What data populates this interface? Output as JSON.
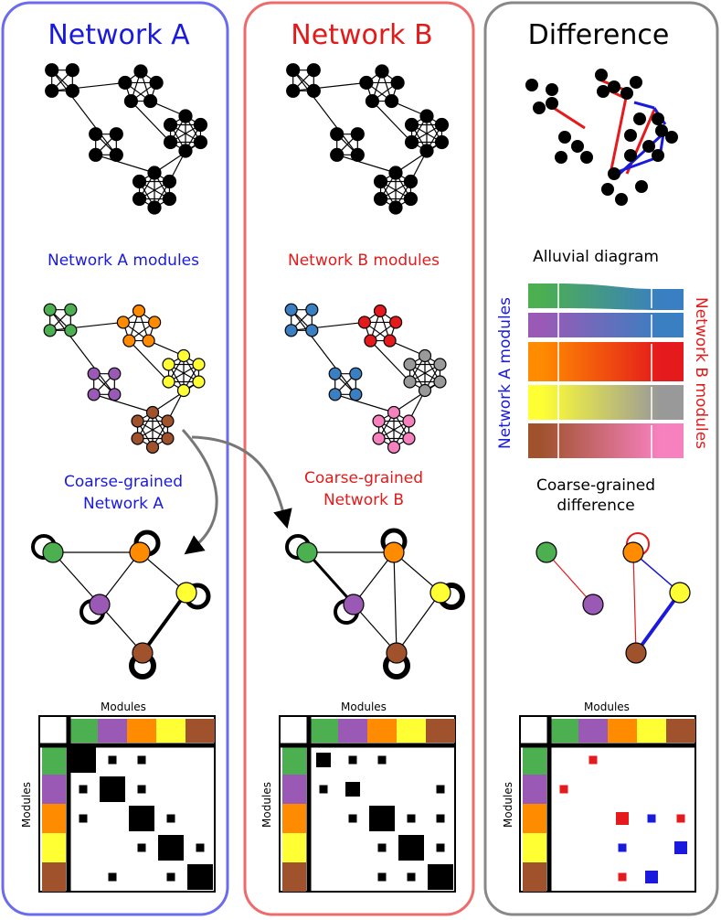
{
  "palette": {
    "green": "#4caf50",
    "purple": "#9b59b6",
    "orange": "#ff8c00",
    "yellow": "#ffff33",
    "brown": "#a0522d",
    "blue_mod": "#3a7fc1",
    "red_mod": "#e41a1c",
    "gray_mod": "#999999",
    "pink_mod": "#f781bf",
    "panel_a_border": "#6b6bef",
    "panel_b_border": "#ef6b6b",
    "panel_d_border": "#888888",
    "title_a": "#1a1adc",
    "title_b": "#e21a1a",
    "title_d": "#000000",
    "diff_red": "#e41a1c",
    "diff_blue": "#1a1adc"
  },
  "panels": {
    "a": {
      "title": "Network A",
      "modules_label": "Network A modules",
      "coarse_label_line1": "Coarse-grained",
      "coarse_label_line2": "Network A",
      "matrix_top_label": "Modules",
      "matrix_side_label": "Modules"
    },
    "b": {
      "title": "Network B",
      "modules_label": "Network B modules",
      "coarse_label_line1": "Coarse-grained",
      "coarse_label_line2": "Network B",
      "matrix_top_label": "Modules",
      "matrix_side_label": "Modules"
    },
    "d": {
      "title": "Difference",
      "alluvial_title": "Alluvial diagram",
      "alluvial_left_label": "Network A modules",
      "alluvial_right_label": "Network B modules",
      "coarse_label_line1": "Coarse-grained",
      "coarse_label_line2": "difference",
      "matrix_top_label": "Modules",
      "matrix_side_label": "Modules"
    }
  },
  "matrices": {
    "module_order": [
      "green",
      "purple",
      "orange",
      "yellow",
      "brown"
    ],
    "a_weights": [
      [
        3,
        1,
        1,
        0,
        0
      ],
      [
        1,
        3,
        1,
        0,
        0
      ],
      [
        1,
        0,
        3,
        1,
        0
      ],
      [
        0,
        0,
        1,
        3,
        1
      ],
      [
        0,
        1,
        0,
        1,
        3
      ]
    ],
    "b_weights": [
      [
        2,
        1,
        1,
        0,
        0
      ],
      [
        1,
        2,
        0,
        0,
        1
      ],
      [
        0,
        1,
        3,
        1,
        1
      ],
      [
        0,
        0,
        1,
        3,
        1
      ],
      [
        0,
        0,
        1,
        1,
        3
      ]
    ],
    "diff_cells": [
      {
        "row": 0,
        "col": 1,
        "sign": "b",
        "weight": 1
      },
      {
        "row": 1,
        "col": 0,
        "sign": "b",
        "weight": 1
      },
      {
        "row": 2,
        "col": 2,
        "sign": "b",
        "weight": 2
      },
      {
        "row": 2,
        "col": 3,
        "sign": "a",
        "weight": 1
      },
      {
        "row": 2,
        "col": 4,
        "sign": "b",
        "weight": 1
      },
      {
        "row": 3,
        "col": 2,
        "sign": "a",
        "weight": 1
      },
      {
        "row": 3,
        "col": 4,
        "sign": "a",
        "weight": 2
      },
      {
        "row": 4,
        "col": 2,
        "sign": "b",
        "weight": 1
      },
      {
        "row": 4,
        "col": 3,
        "sign": "a",
        "weight": 2
      }
    ]
  }
}
